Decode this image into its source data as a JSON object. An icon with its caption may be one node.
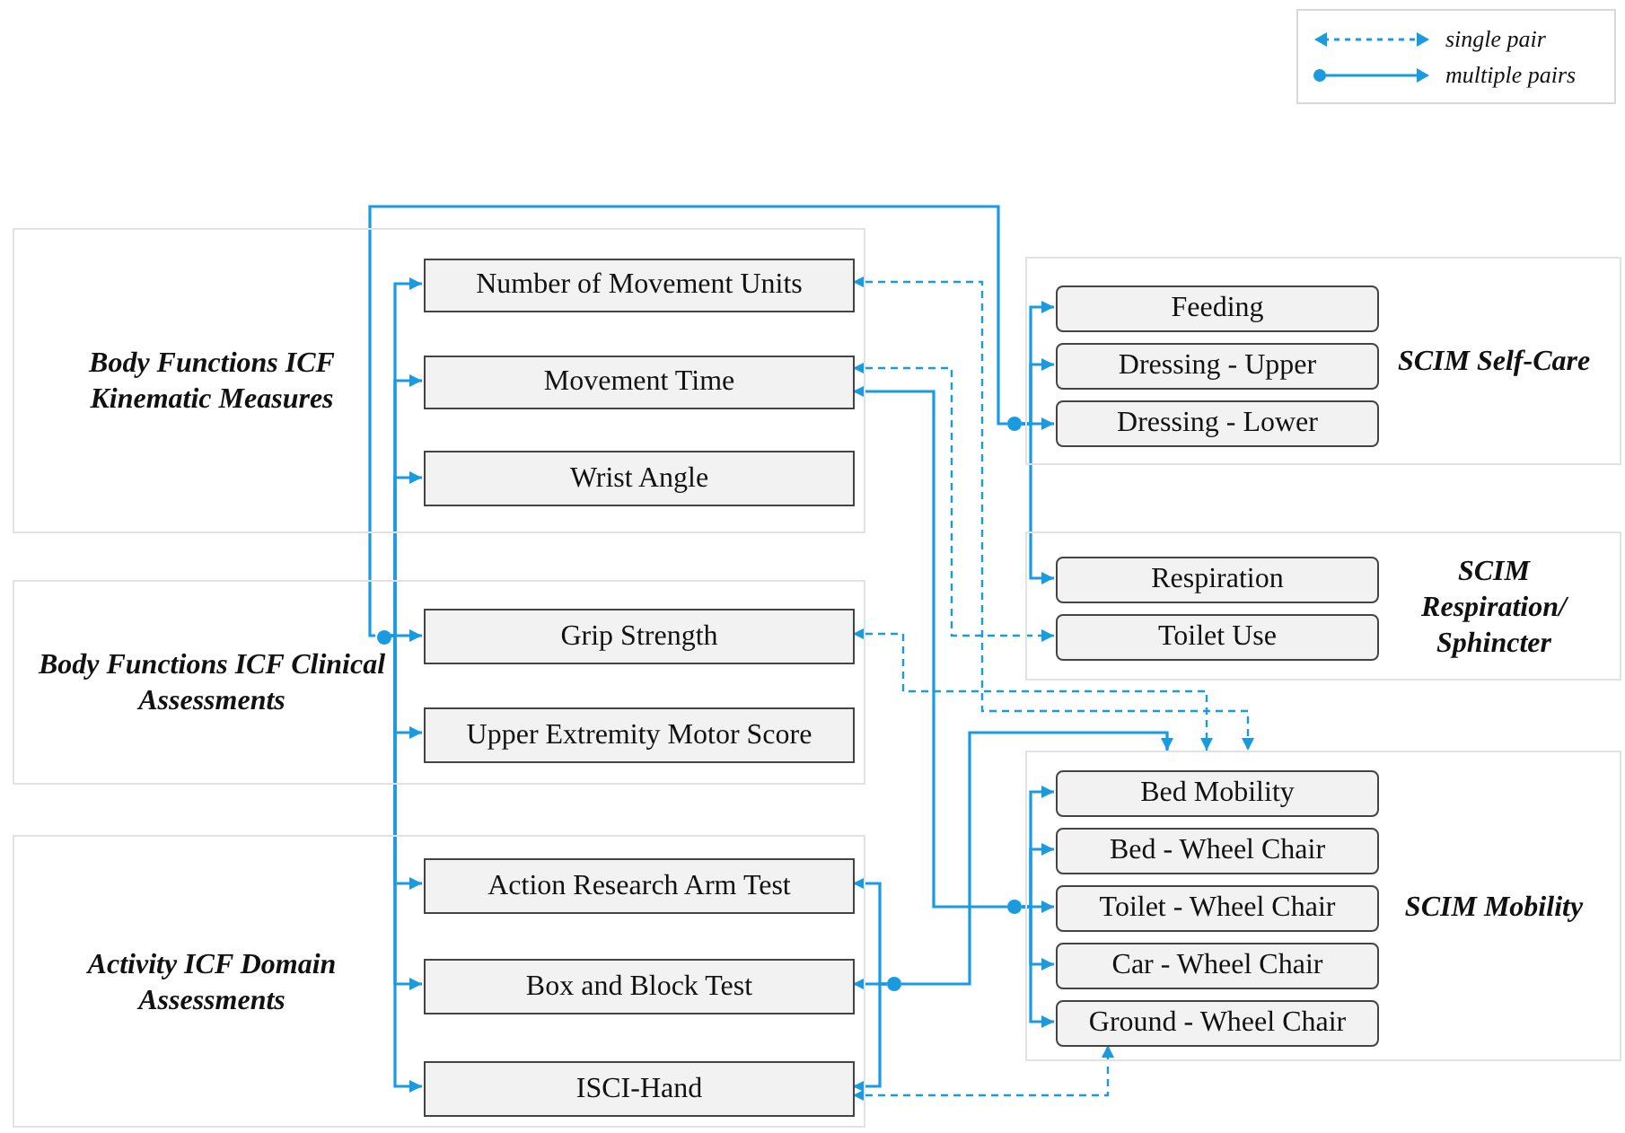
{
  "diagram": {
    "nodes": [
      {
        "text": [
          "Body Functions ICF Kinematic Measures"
        ]
      },
      {
        "text": [
          "Number of Movement Units"
        ],
        "in": 0
      },
      {
        "text": [
          "Movement Time"
        ],
        "in": 0
      },
      {
        "text": [
          "Wrist Angle"
        ],
        "in": 0
      },
      {
        "text": [
          "Body Functions ICF Clinical Assessments"
        ]
      },
      {
        "text": [
          "Grip Strength"
        ],
        "in": 4
      },
      {
        "text": [
          "Upper Extremity Motor Score"
        ],
        "in": 4
      },
      {
        "text": [
          "Activity ICF Domain Assessments"
        ]
      },
      {
        "text": [
          "Action Research Arm Test"
        ],
        "in": 7
      },
      {
        "text": [
          "Box and Block Test"
        ],
        "in": 7
      },
      {
        "text": [
          "ISCI-Hand"
        ],
        "in": 7
      },
      {
        "text": [
          "SCIM Self-Care"
        ]
      },
      {
        "text": [
          "Feeding"
        ],
        "in": 11
      },
      {
        "text": [
          "Dressing - Upper"
        ],
        "in": 11
      },
      {
        "text": [
          "Dressing - Lower"
        ],
        "in": 11
      },
      {
        "text": [
          "SCIM Respiration/ Sphincter"
        ]
      },
      {
        "text": [
          "Respiration"
        ],
        "in": 15
      },
      {
        "text": [
          "Toilet Use"
        ],
        "in": 15
      },
      {
        "text": [
          "SCIM Mobility"
        ]
      },
      {
        "text": [
          "Bed Mobility"
        ],
        "in": 18
      },
      {
        "text": [
          "Bed - Wheel Chair"
        ],
        "in": 18
      },
      {
        "text": [
          "Toilet - Wheel Chair"
        ],
        "in": 18
      },
      {
        "text": [
          "Car - Wheel Chair"
        ],
        "in": 18
      },
      {
        "text": [
          "Ground - Wheel Chair"
        ],
        "in": 18
      },
      {
        "text": [],
        "shape": "circle"
      },
      {
        "text": [],
        "shape": "circle",
        "in": 4
      },
      {
        "text": [],
        "shape": "circle"
      },
      {
        "text": [],
        "shape": "circle"
      }
    ],
    "edges": [
      {
        "from": 1,
        "to": 18,
        "arrow": "both",
        "style": "dashed"
      },
      {
        "from": 2,
        "to": 17,
        "arrow": "both",
        "style": "dashed"
      },
      {
        "from": 5,
        "to": 18,
        "arrow": "both",
        "style": "dashed"
      },
      {
        "from": 10,
        "to": 23,
        "arrow": "both",
        "style": "dashed"
      },
      {
        "from": 25,
        "to": 24,
        "arrow": "none"
      },
      {
        "from": 25,
        "to": 1,
        "arrow": "to"
      },
      {
        "from": 25,
        "to": 2,
        "arrow": "to"
      },
      {
        "from": 25,
        "to": 3,
        "arrow": "to"
      },
      {
        "from": 25,
        "to": 5,
        "arrow": "to"
      },
      {
        "from": 25,
        "to": 6,
        "arrow": "to"
      },
      {
        "from": 25,
        "to": 8,
        "arrow": "to"
      },
      {
        "from": 25,
        "to": 9,
        "arrow": "to"
      },
      {
        "from": 25,
        "to": 10,
        "arrow": "to"
      },
      {
        "from": 24,
        "to": 12,
        "arrow": "to"
      },
      {
        "from": 24,
        "to": 13,
        "arrow": "to"
      },
      {
        "from": 24,
        "to": 14,
        "arrow": "to"
      },
      {
        "from": 24,
        "to": 16,
        "arrow": "to"
      },
      {
        "from": 26,
        "to": 2,
        "arrow": "to"
      },
      {
        "from": 26,
        "to": 19,
        "arrow": "to"
      },
      {
        "from": 26,
        "to": 20,
        "arrow": "to"
      },
      {
        "from": 26,
        "to": 21,
        "arrow": "to"
      },
      {
        "from": 26,
        "to": 22,
        "arrow": "to"
      },
      {
        "from": 26,
        "to": 23,
        "arrow": "to"
      },
      {
        "from": 27,
        "to": 8,
        "arrow": "to"
      },
      {
        "from": 27,
        "to": 9,
        "arrow": "to"
      },
      {
        "from": 27,
        "to": 10,
        "arrow": "to"
      },
      {
        "from": 27,
        "to": 18,
        "arrow": "to"
      }
    ],
    "legend": [
      {
        "text": "single pair"
      },
      {
        "text": "multiple pairs"
      }
    ]
  }
}
